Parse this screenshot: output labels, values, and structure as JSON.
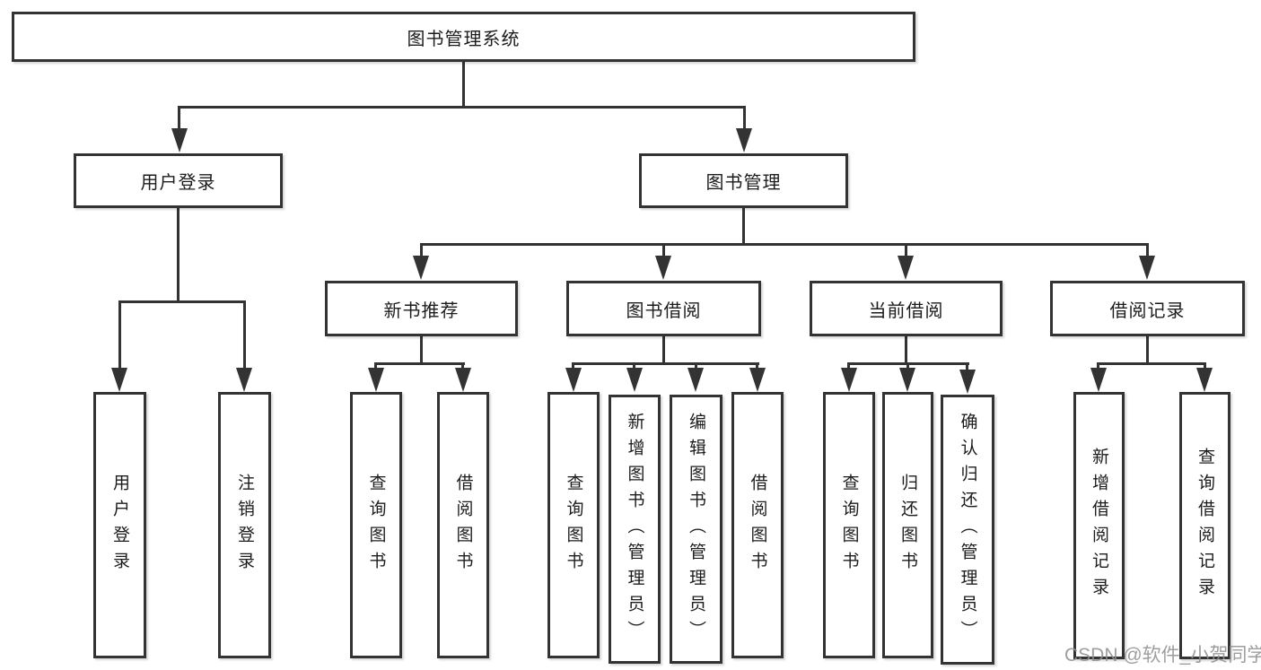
{
  "diagram_type": "hierarchy-tree",
  "root": {
    "label": "图书管理系统"
  },
  "branches": [
    {
      "label": "用户登录",
      "children": [
        {
          "label": "用户登录"
        },
        {
          "label": "注销登录"
        }
      ]
    },
    {
      "label": "图书管理",
      "children": [
        {
          "label": "新书推荐",
          "children": [
            {
              "label": "查询图书"
            },
            {
              "label": "借阅图书"
            }
          ]
        },
        {
          "label": "图书借阅",
          "children": [
            {
              "label": "查询图书"
            },
            {
              "label": "新增图书（管理员）"
            },
            {
              "label": "编辑图书（管理员）"
            },
            {
              "label": "借阅图书"
            }
          ]
        },
        {
          "label": "当前借阅",
          "children": [
            {
              "label": "查询图书"
            },
            {
              "label": "归还图书"
            },
            {
              "label": "确认归还（管理员）"
            }
          ]
        },
        {
          "label": "借阅记录",
          "children": [
            {
              "label": "新增借阅记录"
            },
            {
              "label": "查询借阅记录"
            }
          ]
        }
      ]
    }
  ],
  "watermark": "CSDN @软件_小贺同学",
  "colors": {
    "line": "#333333",
    "border": "#333333",
    "text": "#1c1c1c",
    "background": "#ffffff",
    "watermark": "#919191"
  }
}
